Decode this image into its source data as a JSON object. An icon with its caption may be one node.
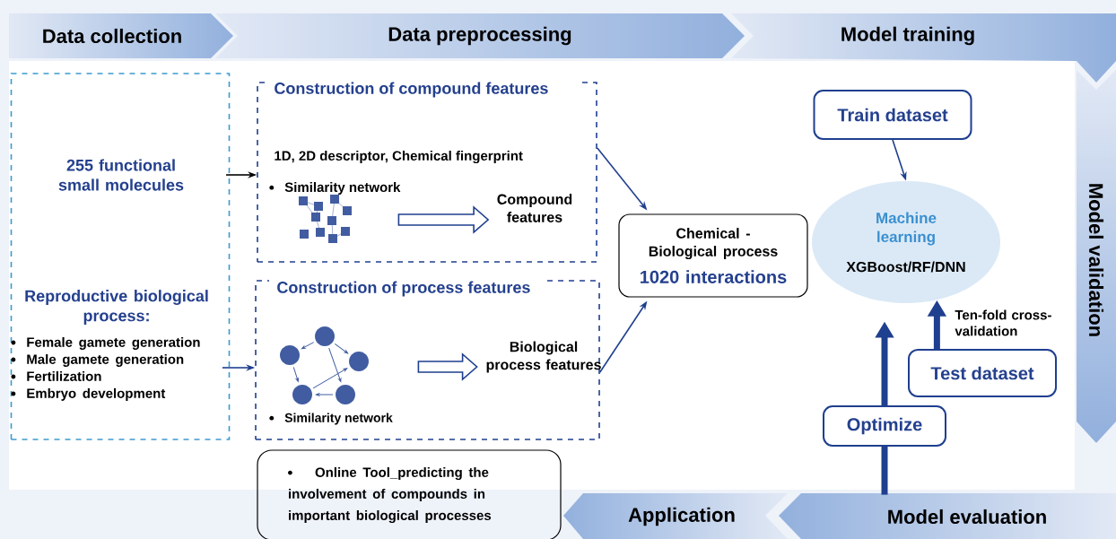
{
  "diagram": {
    "nodes": [
      {
        "text": [
          "Data collection"
        ]
      },
      {
        "text": [
          "Data preprocessing"
        ]
      },
      {
        "text": [
          "Model training"
        ]
      },
      {
        "text": [
          "Model validation"
        ]
      },
      {
        "text": [
          "Model evaluation"
        ]
      },
      {
        "text": [
          "Application"
        ]
      },
      {
        "text": [],
        "shape": "box"
      },
      {
        "text": [
          "255 functional small molecules"
        ],
        "in": 6
      },
      {
        "text": [
          "Reproductive biological process:",
          "Female gamete generation",
          "Male gamete generation",
          "Fertilization",
          "Embryo development"
        ],
        "in": 6
      },
      {
        "text": [
          "Construction of compound features",
          "1D, 2D descriptor, Chemical fingerprint",
          "Similarity network"
        ]
      },
      {
        "text": [],
        "shape": "picture",
        "in": 9
      },
      {
        "text": [
          "Compound features"
        ],
        "in": 9
      },
      {
        "text": [
          "Construction of process features",
          "Similarity network"
        ]
      },
      {
        "text": [],
        "shape": "picture",
        "in": 12
      },
      {
        "text": [
          "Biological process features"
        ],
        "in": 12
      },
      {
        "text": [
          "Chemical - Biological process",
          "1020 interactions"
        ]
      },
      {
        "text": [
          "Train dataset"
        ]
      },
      {
        "text": [
          "Machine learning",
          "XGBoost/RF/DNN"
        ]
      },
      {
        "text": [
          "Test dataset"
        ]
      },
      {
        "text": [
          "Optimize"
        ]
      },
      {
        "text": [
          "Online Tool_predicting the involvement of compounds in important biological processes"
        ]
      }
    ],
    "edges": [
      {
        "from": 7,
        "to": 9,
        "arrow": "to",
        "color": "#000000"
      },
      {
        "from": 8,
        "to": 12,
        "arrow": "to"
      },
      {
        "from": 10,
        "to": 11,
        "arrow": "to"
      },
      {
        "from": 13,
        "to": 14,
        "arrow": "to"
      },
      {
        "from": 9,
        "to": 15,
        "arrow": "to"
      },
      {
        "from": 12,
        "to": 15,
        "arrow": "to"
      },
      {
        "from": 16,
        "to": 17,
        "arrow": "to"
      },
      {
        "from": 18,
        "to": 17,
        "arrow": "to",
        "label": "Ten-fold cross-validation",
        "style": "thick"
      },
      {
        "from": 19,
        "to": 17,
        "arrow": "to",
        "style": "thick"
      },
      {
        "from": 4,
        "to": 19,
        "arrow": "none",
        "style": "thick"
      }
    ]
  }
}
